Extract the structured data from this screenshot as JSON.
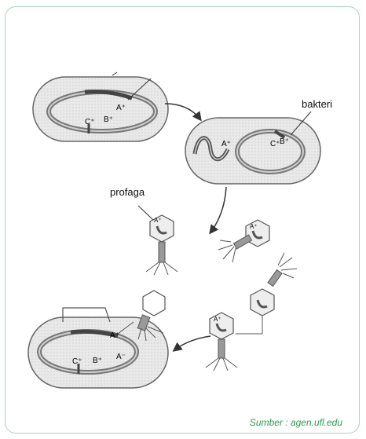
{
  "labels": {
    "bakteri": "bakteri",
    "profaga": "profaga",
    "source": "Sumber : agen.ufl.edu"
  },
  "genes": {
    "a_plus": "A⁺",
    "b_plus": "B⁺",
    "c_plus": "C⁺",
    "a_minus": "A⁻"
  },
  "colors": {
    "frame": "#a9d6b4",
    "source_text": "#2e9a4c",
    "cell_fill": "#e6e6e6",
    "dna": "#8a8a8a"
  }
}
